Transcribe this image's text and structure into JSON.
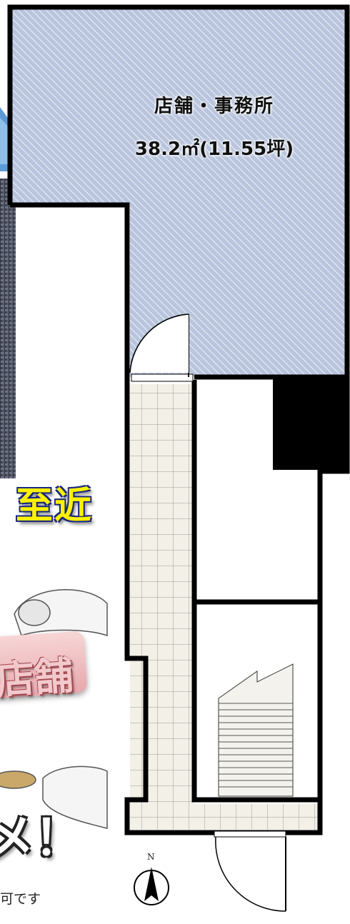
{
  "room": {
    "name": "店舗・事務所",
    "area": "38.2㎡(11.55坪)"
  },
  "compass": {
    "north_label": "N"
  },
  "promo": {
    "near_station": "至近",
    "shop": "店舗",
    "recommend": "メ！",
    "note": "可です"
  },
  "colors": {
    "wall": "#000000",
    "room_hatch_base": "#b7c3dc",
    "room_hatch_line": "#f2f4f9",
    "corridor_tile": "#f2efe6",
    "tile_line": "#9a9a9a",
    "triangle_blue": "#5b9bd5",
    "promo_yellow": "#fff200",
    "promo_pink": "#e8a8ad"
  }
}
